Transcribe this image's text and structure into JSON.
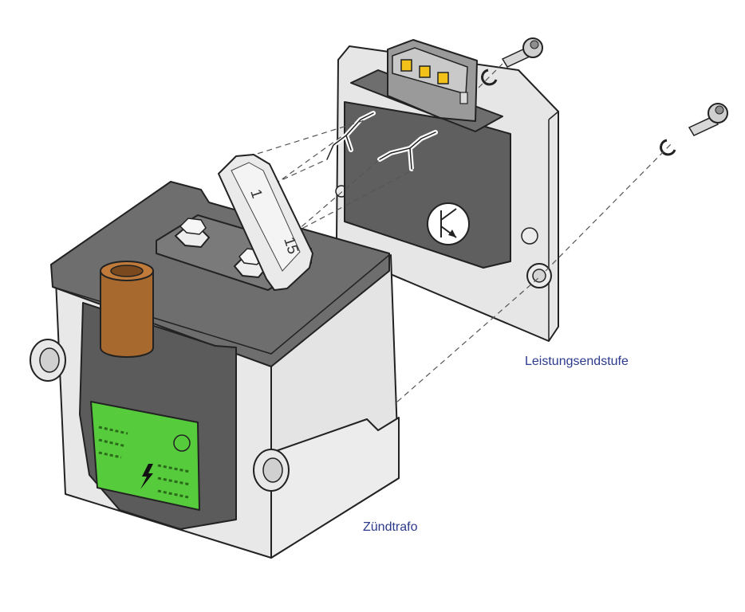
{
  "labels": {
    "power_stage": "Leistungsendstufe",
    "ignition_coil": "Zündtrafo"
  },
  "terminals": {
    "t1": "1",
    "t15": "15"
  },
  "icons": {
    "transistor": "transistor-symbol-icon",
    "high_voltage": "lightning-bolt-icon"
  },
  "colors": {
    "label_text": "#2b3a8c",
    "outline": "#222222",
    "housing_light": "#e6e6e6",
    "housing_dark": "#6e6e6e",
    "module_face": "#5f5f5f",
    "hv_tower": "#a8692f",
    "label_green": "#56cc3c",
    "pins_yellow": "#f2c21a",
    "leader_line": "#555555"
  }
}
